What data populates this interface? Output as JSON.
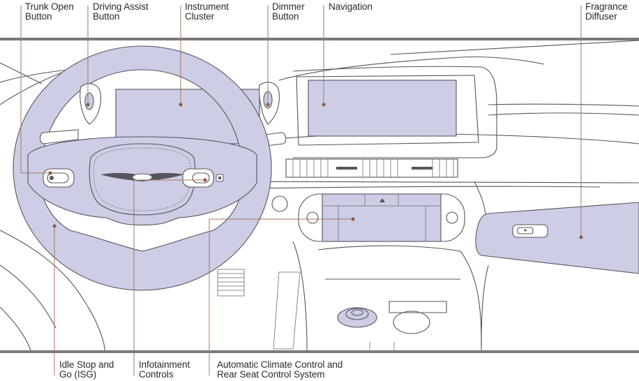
{
  "colors": {
    "highlight": "#cdcde6",
    "line": "#55555c",
    "leader": "#a8765a",
    "band": "#7a7a7e"
  },
  "labels": {
    "trunk_open": [
      "Trunk Open",
      "Button"
    ],
    "driving_assist": [
      "Driving Assist",
      "Button"
    ],
    "instrument_cluster": [
      "Instrument",
      "Cluster"
    ],
    "dimmer": [
      "Dimmer",
      "Button"
    ],
    "navigation": [
      "Navigation"
    ],
    "fragrance": [
      "Fragrance",
      "Diffuser"
    ],
    "isg": [
      "Idle Stop and",
      "Go (ISG)"
    ],
    "infotainment": [
      "Infotainment",
      "Controls"
    ],
    "climate": [
      "Automatic Climate Control and",
      "Rear Seat Control System"
    ]
  }
}
